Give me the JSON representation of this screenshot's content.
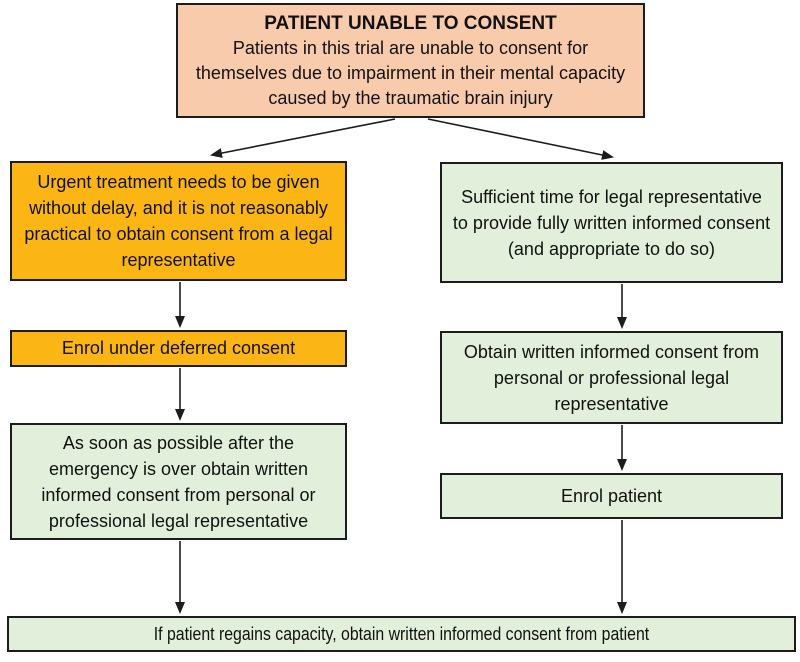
{
  "colors": {
    "salmon": "#F9CBAD",
    "orange": "#FBB615",
    "green": "#E2EFDA",
    "border": "#1C1C1C",
    "arrow": "#1C1C1C",
    "bg": "#FFFFFF",
    "text": "#111111"
  },
  "flowchart": {
    "root": {
      "title": "PATIENT UNABLE TO CONSENT",
      "body": "Patients in this trial are unable to consent for themselves due to impairment in their mental capacity caused by the traumatic brain injury"
    },
    "left_branch": {
      "step1": "Urgent treatment needs to be given without delay, and it is not reasonably practical to obtain consent from a legal representative",
      "step2": "Enrol under deferred consent",
      "step3": "As soon as possible after the emergency is over obtain written informed consent from personal or professional legal representative"
    },
    "right_branch": {
      "step1": "Sufficient time for legal representative to provide fully written informed consent (and appropriate to do so)",
      "step2": "Obtain written informed consent from personal or professional legal representative",
      "step3": "Enrol patient"
    },
    "footer": "If patient regains capacity, obtain written informed consent from patient"
  }
}
